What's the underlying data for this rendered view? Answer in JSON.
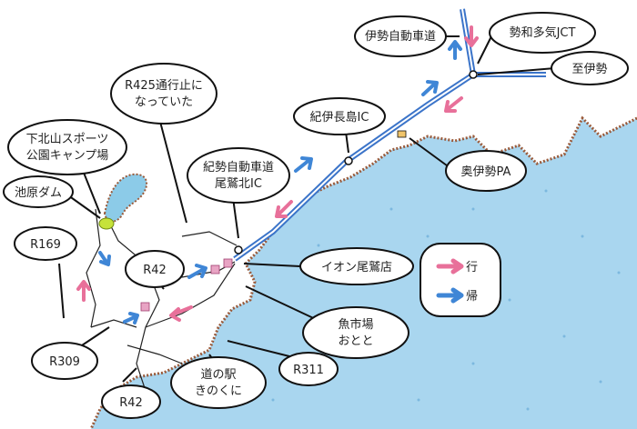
{
  "labels": {
    "ise_expressway": "伊勢自動車道",
    "seiwa_taki_jct": "勢和多気JCT",
    "to_ise": "至伊勢",
    "r425_closed": "R425通行止に\nなっていた",
    "kiise_nagashima_ic": "紀伊長島IC",
    "shimokitayama": "下北山スポーツ\n公園キャンプ場",
    "kisei_owase_kita_ic": "紀勢自動車道\n尾鷲北IC",
    "okuise_pa": "奥伊勢PA",
    "ikehara_dam": "池原ダム",
    "r169": "R169",
    "r42_upper": "R42",
    "aeon_owase": "イオン尾鷲店",
    "r309": "R309",
    "gyoshijo": "魚市場\nおとと",
    "r311": "R311",
    "michinoeki": "道の駅\nきのくに",
    "r42_lower": "R42"
  },
  "legend": {
    "outbound": "行",
    "return": "帰",
    "outbound_color": "#e8709a",
    "return_color": "#3f86d6"
  },
  "colors": {
    "sea": "#a9d6ef",
    "sea_dots": "#7cb8df",
    "coast": "#9a5a3a",
    "expressway": "#3b74c9",
    "road": "#222222",
    "dam_water": "#8ccbe8",
    "campsite": "#c6e23a",
    "pin": "#e8a4c4",
    "pa_marker": "#f0c46a"
  }
}
